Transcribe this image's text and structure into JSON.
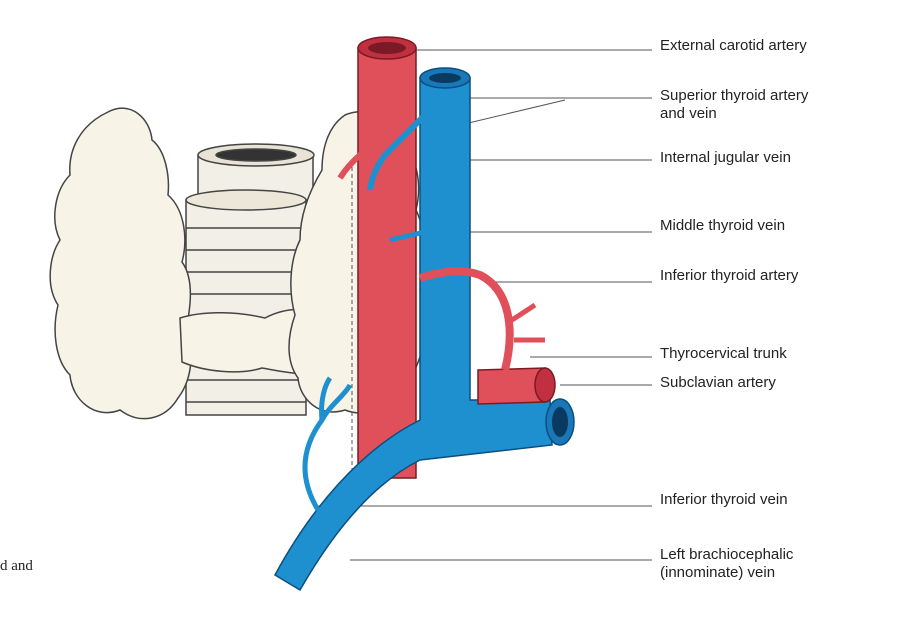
{
  "labels": {
    "external_carotid": "External carotid artery",
    "superior_thyroid_1": "Superior thyroid artery",
    "superior_thyroid_2": "and vein",
    "internal_jugular": "Internal jugular vein",
    "middle_thyroid": "Middle thyroid vein",
    "inferior_thyroid_artery": "Inferior thyroid artery",
    "thyrocervical": "Thyrocervical trunk",
    "subclavian": "Subclavian artery",
    "inferior_thyroid_vein": "Inferior thyroid vein",
    "brachiocephalic_1": "Left brachiocephalic",
    "brachiocephalic_2": "(innominate) vein"
  },
  "caption_fragment": "d and",
  "colors": {
    "artery": "#e0505a",
    "artery_dark": "#a82030",
    "vein": "#1e90d0",
    "vein_dark": "#0a4f80",
    "gland": "#f7f3e6",
    "outline": "#333333"
  }
}
